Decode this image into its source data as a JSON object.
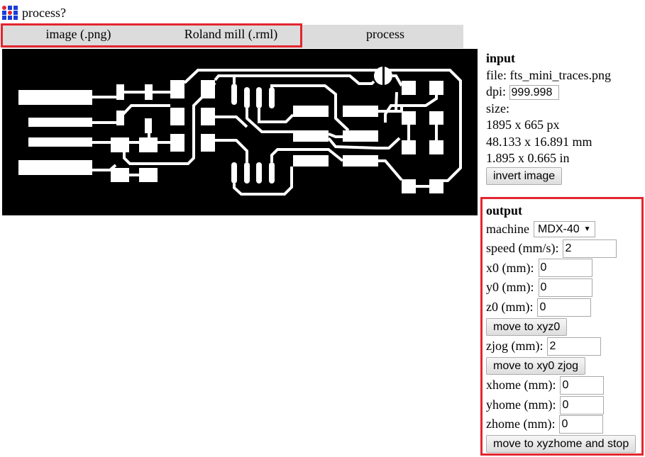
{
  "app": {
    "title": "process?",
    "logo_icon": "grid-dots-icon",
    "colors": {
      "logo_red": "#e3262f",
      "logo_blue": "#1a3fd6",
      "highlight": "#e3262f",
      "tab_bg": "#dcdcdc"
    }
  },
  "tabs": [
    {
      "label": "image (.png)"
    },
    {
      "label": "Roland mill (.rml)"
    },
    {
      "label": "process"
    }
  ],
  "input": {
    "heading": "input",
    "file_label": "file:",
    "file_name": "fts_mini_traces.png",
    "dpi_label": "dpi:",
    "dpi_value": "999.998",
    "size_label": "size:",
    "size_px": "1895 x 665 px",
    "size_mm": "48.133 x 16.891 mm",
    "size_in": "1.895 x 0.665 in",
    "invert_button": "invert image"
  },
  "output": {
    "heading": "output",
    "machine_label": "machine",
    "machine_value": "MDX-40",
    "speed_label": "speed (mm/s):",
    "speed_value": "2",
    "x0_label": "x0 (mm):",
    "x0_value": "0",
    "y0_label": "y0 (mm):",
    "y0_value": "0",
    "z0_label": "z0 (mm):",
    "z0_value": "0",
    "move_xyz0_button": "move to xyz0",
    "zjog_label": "zjog (mm):",
    "zjog_value": "2",
    "move_xy0_zjog_button": "move to xy0 zjog",
    "xhome_label": "xhome (mm):",
    "xhome_value": "0",
    "yhome_label": "yhome (mm):",
    "yhome_value": "0",
    "zhome_label": "zhome (mm):",
    "zhome_value": "0",
    "move_home_button": "move to xyzhome and stop"
  }
}
